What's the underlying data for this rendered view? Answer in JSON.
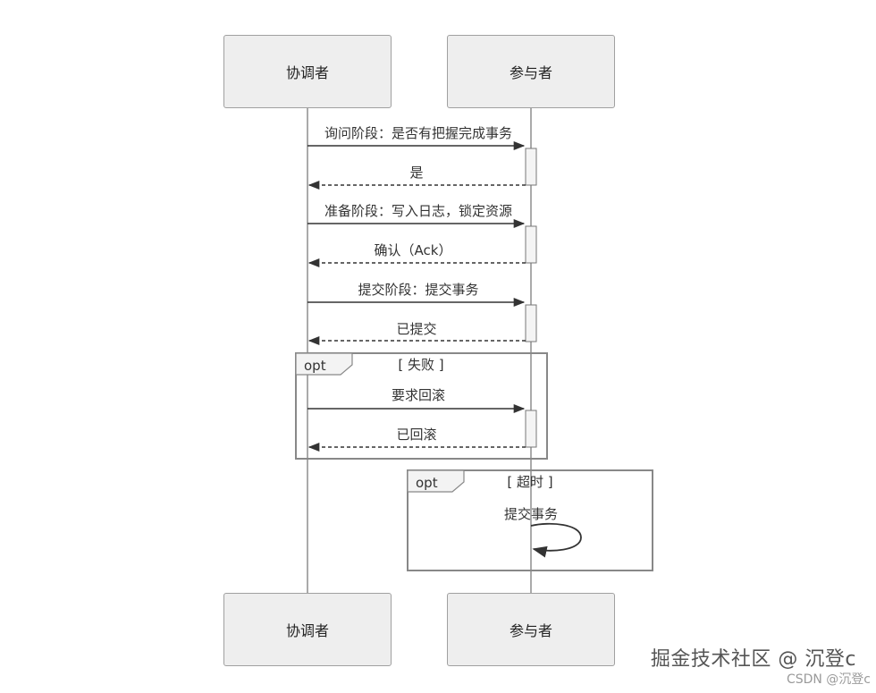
{
  "participants": {
    "coordinator": "协调者",
    "participant": "参与者"
  },
  "messages": [
    {
      "label": "询问阶段：是否有把握完成事务"
    },
    {
      "label": "是"
    },
    {
      "label": "准备阶段：写入日志，锁定资源"
    },
    {
      "label": "确认（Ack）"
    },
    {
      "label": "提交阶段：提交事务"
    },
    {
      "label": "已提交"
    },
    {
      "label": "要求回滚"
    },
    {
      "label": "已回滚"
    },
    {
      "label": "提交事务"
    }
  ],
  "fragments": [
    {
      "operator": "opt",
      "condition": "[ 失败 ]"
    },
    {
      "operator": "opt",
      "condition": "[ 超时 ]"
    }
  ],
  "watermark": {
    "main": "掘金技术社区 @ 沉登c",
    "sub": "CSDN @沉登c"
  }
}
